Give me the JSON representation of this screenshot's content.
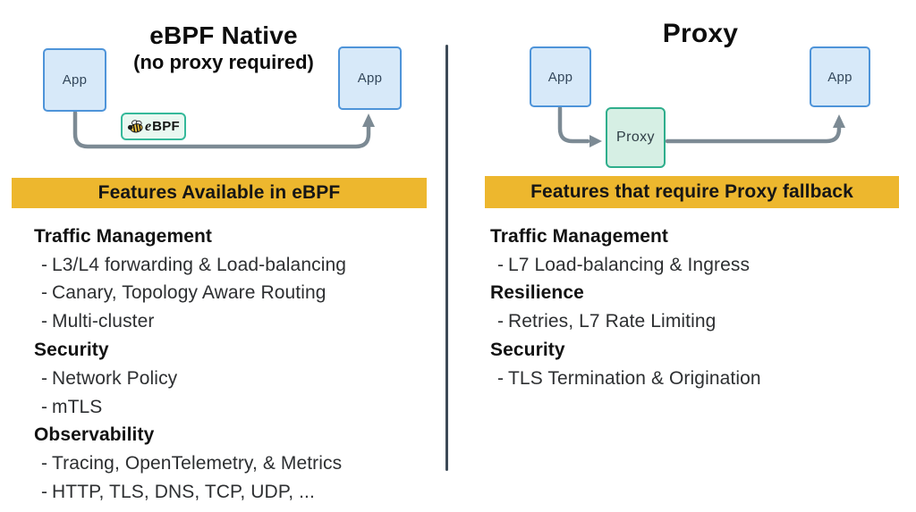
{
  "ui": {
    "dash": "-"
  },
  "colors": {
    "banner_bg": "#EDB72E",
    "app_fill": "#D7E9F9",
    "app_border": "#4E94D9",
    "proxy_fill": "#D6EFE4",
    "proxy_border": "#2FAE8C",
    "badge_fill": "#E9F8F1",
    "badge_border": "#35B99A",
    "arrow_gray": "#7C8A94",
    "divider": "#3D4A57"
  },
  "left": {
    "title": "eBPF Native",
    "subtitle": "(no proxy required)",
    "app_left_label": "App",
    "app_right_label": "App",
    "badge": {
      "icon": "bee-icon",
      "e": "e",
      "rest": "BPF"
    },
    "banner": "Features Available in eBPF",
    "sections": [
      {
        "header": "Traffic Management",
        "items": [
          "L3/L4 forwarding & Load-balancing",
          "Canary, Topology Aware Routing",
          "Multi-cluster"
        ]
      },
      {
        "header": "Security",
        "items": [
          "Network Policy",
          "mTLS"
        ]
      },
      {
        "header": "Observability",
        "items": [
          "Tracing, OpenTelemetry, & Metrics",
          "HTTP, TLS, DNS, TCP, UDP, ..."
        ]
      }
    ]
  },
  "right": {
    "title": "Proxy",
    "app_left_label": "App",
    "proxy_label": "Proxy",
    "app_right_label": "App",
    "banner": "Features that require Proxy fallback",
    "sections": [
      {
        "header": "Traffic Management",
        "items": [
          "L7 Load-balancing & Ingress"
        ]
      },
      {
        "header": "Resilience",
        "items": [
          "Retries, L7 Rate Limiting"
        ]
      },
      {
        "header": "Security",
        "items": [
          "TLS Termination & Origination"
        ]
      }
    ]
  }
}
